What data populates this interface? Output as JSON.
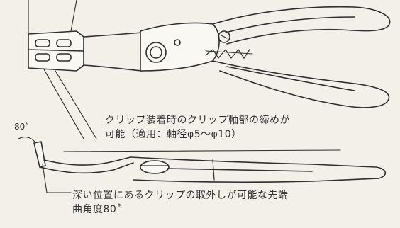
{
  "callouts": {
    "top_line1": "クリップ装着時のクリップ軸部の締めが",
    "top_line2": "可能（適用：軸径φ5〜φ10）",
    "bottom_line1": "深い位置にあるクリップの取外しが可能な先端",
    "bottom_line2": "曲角度80˚"
  },
  "angle_label": "80˚",
  "colors": {
    "paper": "#f3f0ea",
    "ink": "#2f2f2f"
  }
}
